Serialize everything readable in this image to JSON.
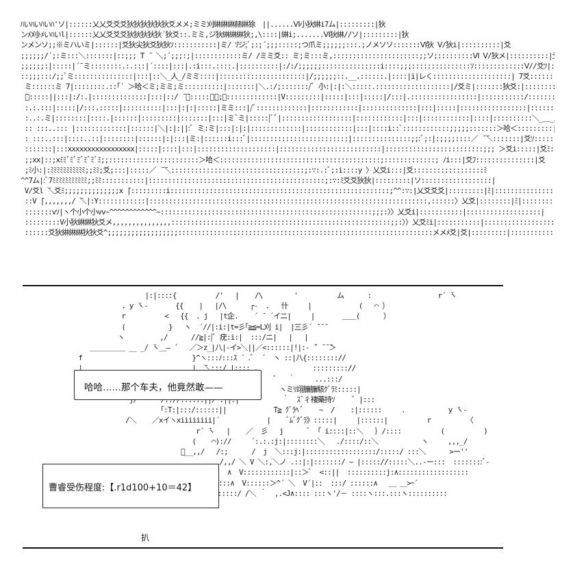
{
  "scene": {
    "top_art": [
      "ﾊいﾊいﾊいﾊ'ソ|::::::乂乂爻爻爻狄狄狄狄狄狄爻メメ;ミミ刈綝綝綝赫綝狳　||......Ⅵ小狄綝i7ム|:::::::::|狄",
      "ンﾒ刈ﾄﾒいﾊいl|::::::乂乂爻爻爻狄狄狄狄狄´狄爻::.ミミ,ジ狄綝綝綝狄;,\\::::|綝i;.......Ⅵ狄綝//ソ|:::::::::|狄",
      "ンメンソ;;※ミハいミ|::::::|爻狄尖狄爻狄狄ｿ:::::::::::|ミ/ ̄ｿジ;ﾞ;:;´;;;:::::;つ爪ミ;;;;;;:::.;ノメソソ:::::::Ⅵ狄 Ⅴ/狄i|::::::::::|爻",
      ";;;;;;/´;:ミ:::＼:::::::|::;;; ̄T ̄  ＼;´;;;:;|::::::::::::ミ/ /ミミ爻:: ミ;ミ:::ミ,::::::::::::::::::::::;;ソ;:::::::::Ⅵ Ⅴ/狄メ|::::::::::|爻",
      ";;;;;;:|:::::|´¯ミ::::::::.:.:::|´::::|:::|.:i:::.::::.|::::::::::|:/:/;;;;;;:::::::::::::::i::::;;;:::::::::::::::ｿ:::::::::::::Ⅴ//爻ﾂ|:::::::::::|爻",
      "::;;;:::/;;ﾞミ:::::::::::::::|:::|::＼_人_/ミミ::::|::::::::::::::::::::::|/;;;;;;::.__.::::::.|::::|i|レく::::::::::::::::::::| ̄7爻::::::::|爻ｘ:::::::::|:/:/",
      " ̄ミ::::::ミ ̄7|::::::::.::｢´ ＞哈＜ミ;ミミ;ミ::::::::::|:::::::|＼.:/;:::::::/ﾞ ̄小:|:|:＼:::::.:::::::::::::::::::|/爻ミ|:::::::狄爻:|:::::::::::::::ム",
      " ̄ﾞ:::::||:::|:/:.|::::::::::::::|:::|::/ ̄ ̄＼:::::ﾞﾞ;｀:::::::::::::|V:::::::::|:::::|:::|:::::|/:::|.:::::::::::::::::|:::::::::::/:::::::::|:::::::::|狄爻:|::::::::::::|小",
      " :.:.:::|:::::|/:::.:::::|::::::::::|:::|:|:|:::::|ミミ:::|/ﾞ:::::::::::::|::::::::::::|::::::::::::::|:::|:::::|:::::::::::::::::|:::::::::::|::::::::::::::|爻 ̄|::::::::::::::|从",
      " :..:.ミ|::::::::|::::.|::::::|:::::::::|:::::::|:::|ミﾞミ|:::::|ﾞﾞ|::::::::::::::::::|::::::::::::|:::|::::::::::::|::::|::::::::::＼_＿_/:::::::::|::::::::::::::::|",
      " :: :::..::: |:::::::::::::|::::::|＼|:|:||:ﾞ ̄ミ:ミ|:::|:|:|:::::::::::::|::::::::::::|:::|::::i::ﾞ::::::::::::;;;;;:::::::＞哈＜:::::::::|:::::::|vﾒﾒ:::::::::::|::::",
      " : :::..:::|::::..::|::::::::|::::::|:|:::|ミ:|::::::i:::ﾞ|:::::::::::::::::::::::::|:::::::::::::::;;:ﾞ;:|:;;;;::::／ ̄ ̄＼:::::::|爻ｿ:::::::::::::|;;;;",
      " :::::::|:::xxxxxxxxxxxxxxxxx|:::::|::::|:::|::::::::::::::::::::|::::::::::::::::::::::::::|:::::::::::::::::::::::::;;; ＞爻i:::::|爻ﾐ::::::::::::::|ﾐﾐ",
      " ;;xx|::;xﾐﾐﾞﾐﾞﾐﾞﾐﾞﾐﾞﾐ;;:::::::::::::::::::::::＞哈＜:::::::::::::::::::::::::::::::::::::::::;:::::::::::::; ﾉi:::|爻ﾌ:::::::::::::::|爻",
      " ;ﾐ小:|:ﾐﾐﾐﾐﾐﾐﾐﾐﾐﾐﾐ;;ﾐﾐ;爻;:::|:::::／ ̄ ̄＼::::::::::::::::::::::::::::::::::;:∵:.:ﾞ;:i::::y 〉乂爻i:::|爻::::::::::::::::::ﾐ",
      "^^7ム|:ﾞ7ﾐﾐﾐﾐﾐﾐﾐﾐﾐﾐﾐ;;ﾐﾐ:::::::::::|:::::::::::::::::::::::::::::::::::::::::::::;:∵:ﾐ爻爻狄狄|:::::::::|ソ::::::::::::::::::|",
      " V/爻l ̄＼爻ﾐ;;;;;;;;;;;;;;x ̄|:::::::::i::::::::::::::::::::::::::::::::::::::::::::::::::::::::;^^:∵:|乂爻爻爻|:::::::::|ﾐ|::::::::::::::::::|",
      " ::V ̄|,,,,,,,/ ̄＼|:Y::::::::::::|:::::::::::::::::::::::::::::::::::::::::::::::::::::::::::::::::::::::,::::::〉乂爻|::::::::|ﾐ|::::::::::::::::::|",
      " :::::::vｿ|ヽ个小个小vv~^^^^^^^^^^^^~::::::::::::::::::::::::::::::::::::::::::::::::::::::;;;:〉〉乂爻i|:::::::::::|:::::::::::::::::::|",
      " :::::::::V小狄綝綝狄爻メ,,,,,,,,,,,,,,,::::::::::::::::::::::::::::::::::::::::::::::::::::::::;;:〉〉乂爻ﾐi|:::::::::::|::::::::::::::::::::|",
      " ::::::爻狄綝綝綝狄狄爻^;;;;;;;;;;;;;;;;;;:::::::::::::::::::::::::::::::::::::::::::::::::::::::::::::::::メメﾒ爻|爻|:::::::::|::::::::::::::::::::|"
    ],
    "bottom_art": [
      "                              |:|::::{          /'   |    /\\        '          ム      :                 r´ ̄ヽ",
      "                        . y ̄ヽ-       {{    |   |/\\      ┌-  .   什     |            (   ⌒ ）",
      "                        r          <   {{  . j   |t企.    ´ ̄  ´イニ|     |       ＿＿(      ）",
      "                        (           }   ヽ  ´//|:i:|t=彡｢≧≦=L刈 i|  |三彡´ ̄ ̄ ̄",
      "                       ヽ         ,/      //≧|:|ﾞ ̄疣:i:|  :::/ニ|   |   |",
      "                ＿＿＿＿＿ __ _/ ̄ヽ＿― ´   ／＞z_|八|-イ>＼||／<::::::|!|:- ̄´ ̄ ̄ ̄＞",
      "             f                            }^ヽ:::ﾉ:::ｽ ´ .ﾞ  ´  ヽ ::|八{:::::::://",
      "             |                            |  ̄＼:::/ |:::; .              ::::::::://",
      "             |                            乂:::z/       ,      ﾞ   ｀     ...:::/",
      "                          〃 ＿   ／:://:::|| / /i :|>^´   {     ヽミﾘ翊臁臁駭ｸﾞﾗﾐ:::::|",
      "                          j/      /:://::::::||/ :||:|           ｀  ｽﾞ彳褄藥持ｿ     ﾞ |:::",
      "                                  ｢:T:|:::/::::::||            T≧ ｸﾞﾗﾍ ﾞ    ~  /    :|::::::     .           y ̄ヽ-",
      "                         /＼    ／xイヽxiiiiiiii|´            |    ﾞﾑﾞｸﾞﾗ》:::::|     |::::::|          r         〈",
      "                                           r´ ̄ヽ   |    ／  彡   j      ﾞ  ｢ i::::|::＼   ｝/::::          (          )",
      "                                          (    ⌒)://     ´:.:.:j:|::::::::＼   ./::::/::＼           ヽ     ,,,_/",
      "                                       ﾞ__,,/   /:;      /  j  ＼:::j:|::::::::::::::::::/:::::/ :::＼      >ー''",
      "                                                 /,,/ ＼ V ＼:,＼ノ .::|:|:::::::/ ~ |::::://:::::＼..-ー:::  ::::::::ﾞ-",
      "                                           ,,.<:   ∧  V::::::::::::|::＞ﾞ  <::||  ::::::::::j:∧::::::::::::::::::",
      "                          V:::::::∧     ／ :::::::::∧  V::::::＞^´ ＼  V´|::  :::/ ::::::∧   ＿ ＿>ｰ´",
      "                          V::::::::::＼  ／:::::::::::/ /＼ ｀  ,.<J∧:::: :::ヽ'/－ ::::ヽ:::.:::ヽ::::::::::"
    ],
    "dialog_text": "哈哈……那个车夫，他竟然敢——",
    "damage_text": "曹睿受伤程度:【.r1d100+10＝42】",
    "caption_left": "扒"
  }
}
